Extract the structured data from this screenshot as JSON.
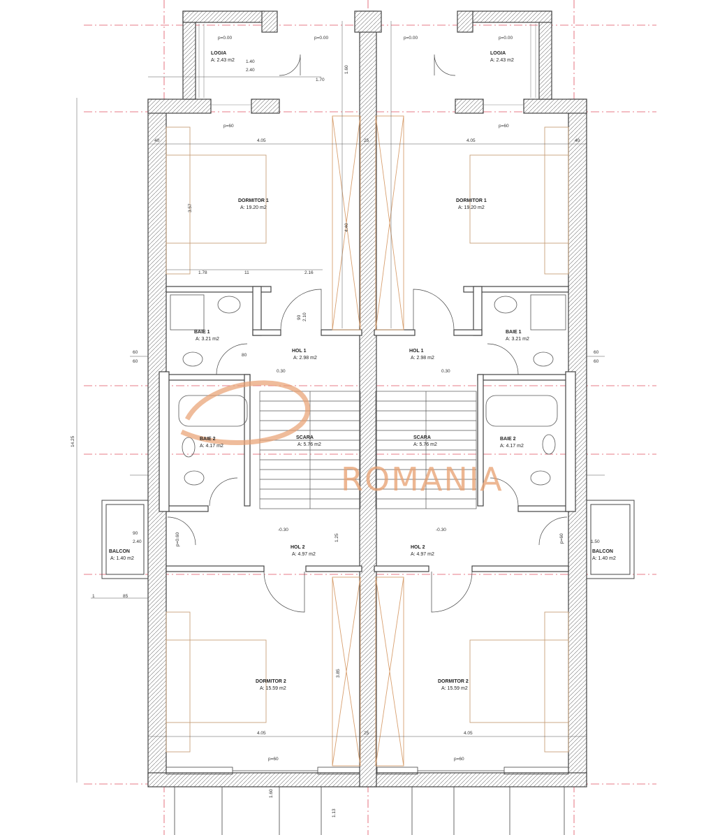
{
  "rooms": {
    "loggia_left": {
      "name": "LOGIA",
      "area": "A: 2.43 m2"
    },
    "loggia_right": {
      "name": "LOGIA",
      "area": "A: 2.43 m2"
    },
    "bed1_left": {
      "name": "DORMITOR 1",
      "area": "A: 19.20 m2"
    },
    "bed1_right": {
      "name": "DORMITOR 1",
      "area": "A: 19.20 m2"
    },
    "bath1_left": {
      "name": "BAIE 1",
      "area": "A: 3.21 m2"
    },
    "bath1_right": {
      "name": "BAIE 1",
      "area": "A: 3.21 m2"
    },
    "hall1_left": {
      "name": "HOL 1",
      "area": "A: 2.98 m2"
    },
    "hall1_right": {
      "name": "HOL 1",
      "area": "A: 2.98 m2"
    },
    "bath2_left": {
      "name": "BAIE 2",
      "area": "A: 4.17 m2"
    },
    "bath2_right": {
      "name": "BAIE 2",
      "area": "A: 4.17 m2"
    },
    "stairs_left": {
      "name": "SCARA",
      "area": "A: 5.76 m2"
    },
    "stairs_right": {
      "name": "SCARA",
      "area": "A: 5.76 m2"
    },
    "balcony_left": {
      "name": "BALCON",
      "area": "A: 1.40 m2"
    },
    "balcony_right": {
      "name": "BALCON",
      "area": "A: 1.40 m2"
    },
    "hall2_left": {
      "name": "HOL 2",
      "area": "A: 4.97 m2"
    },
    "hall2_right": {
      "name": "HOL 2",
      "area": "A: 4.97 m2"
    },
    "bed2_left": {
      "name": "DORMITOR 2",
      "area": "A: 15.59 m2"
    },
    "bed2_right": {
      "name": "DORMITOR 2",
      "area": "A: 15.59 m2"
    }
  },
  "dimensions": {
    "total_height": "14.25",
    "bed_width_top_left": "4.05",
    "bed_width_top_right": "4.05",
    "bed_width_bottom_left": "4.05",
    "bed_width_bottom_right": "4.05",
    "wall_25_top": "25",
    "wall_25_bottom": "25",
    "wall_40_tl": "40",
    "wall_40_tr": "40",
    "bed_depth": "3.57",
    "bed2_depth": "3.85",
    "void_top": "4.40",
    "loggia_inner": "1.70",
    "loggia_depth": "1.60",
    "loggia_w1": "1.40",
    "loggia_w2": "2.40",
    "p60_top_left": "p=60",
    "p60_top_right": "p=60",
    "p60_bottom_left": "p=60",
    "p60_bottom_right": "p=60",
    "p000_left": "p=0.00",
    "p000_mid_left": "p=0.00",
    "p000_mid_right": "p=0.00",
    "p000_right": "p=0.00",
    "seg_178": "1.78",
    "seg_11": "11",
    "seg_216": "2.16",
    "door_90": "90",
    "door_210": "2.10",
    "door_80": "80",
    "w60a": "60",
    "w60b": "60",
    "w60c": "60",
    "w60d": "60",
    "balcony_240": "2.40",
    "balcony_150": "1.50",
    "balcony_90": "90",
    "bottom_85": "85",
    "bottom_1": "1",
    "bottom_113": "1.13",
    "bottom_160": "1.60",
    "stair_125": "1.25",
    "mark_a": "0.30",
    "mark_b": "0.30",
    "mark_c": "-0.30",
    "mark_d": "-0.30",
    "p060": "p=0.60",
    "p60_side": "p=60"
  },
  "watermark": {
    "text": "ROMANIA"
  },
  "colors": {
    "wall": "#444444",
    "axis": "#e05060",
    "dim": "#333333",
    "stair": "#d8a070",
    "watermark": "#e8a070"
  }
}
